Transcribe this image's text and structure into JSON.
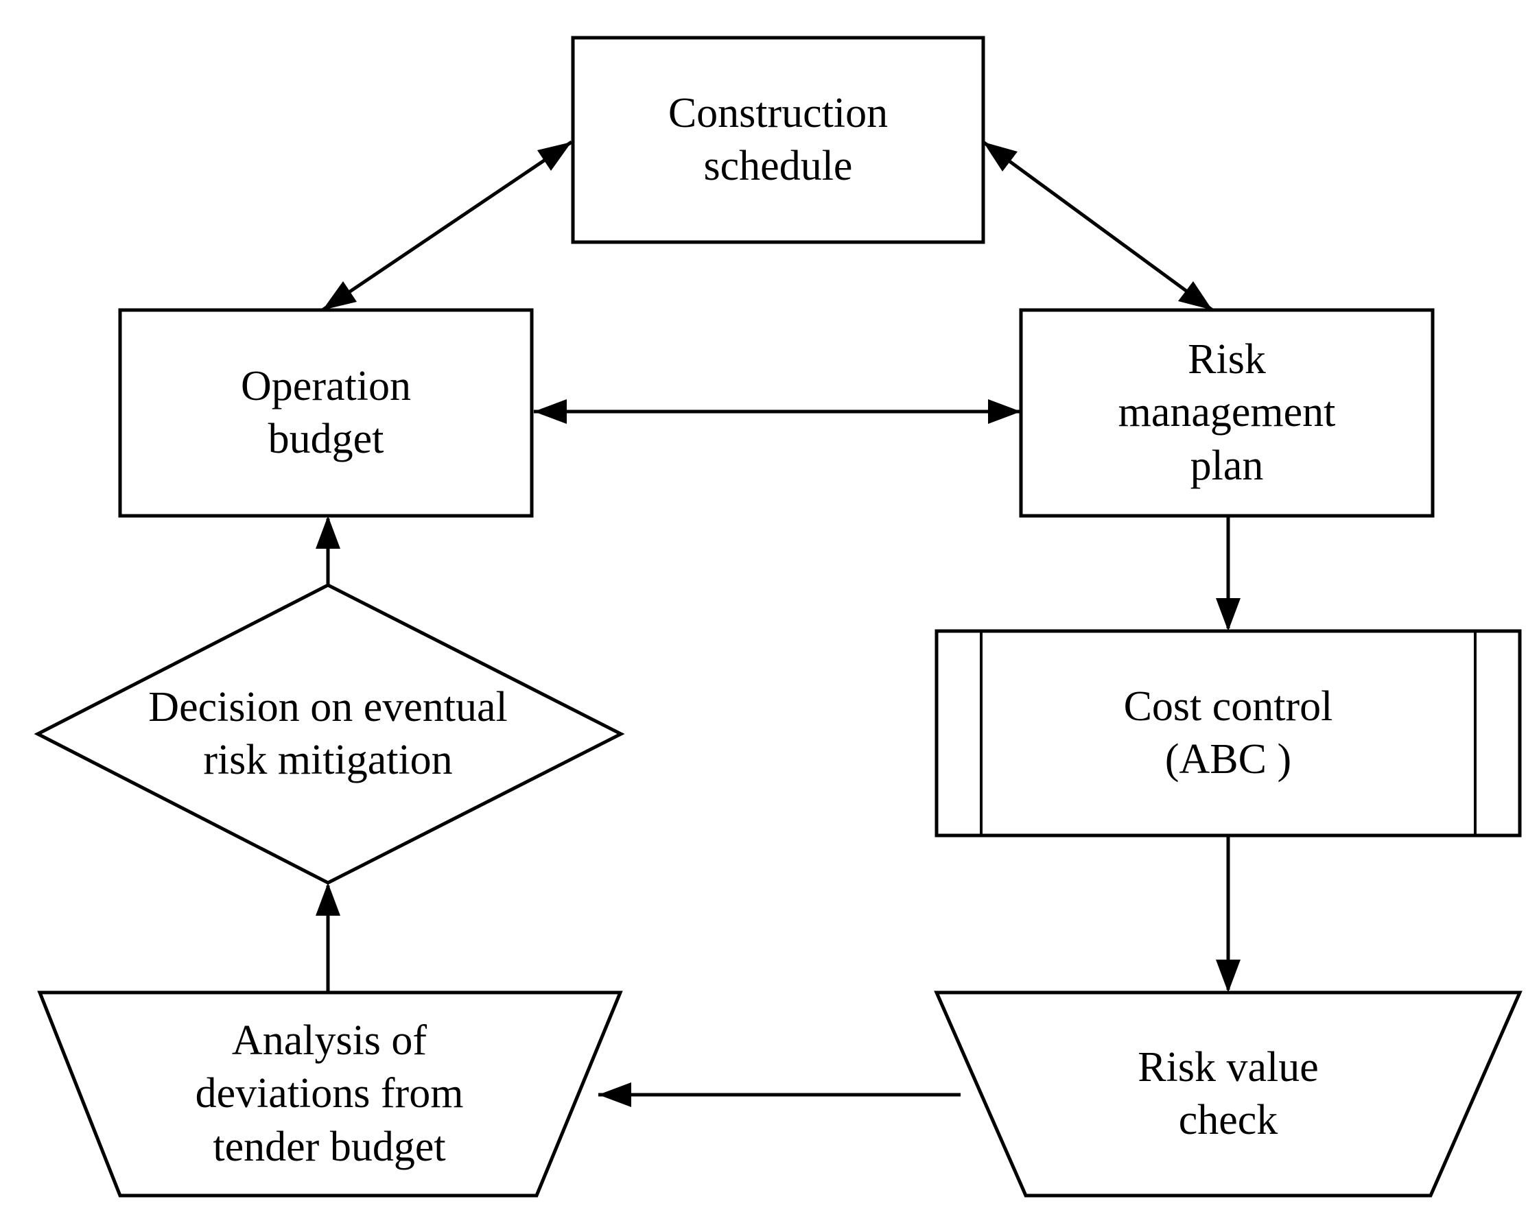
{
  "colors": {
    "ink": "#000000",
    "background": "#ffffff"
  },
  "nodes": {
    "construction_schedule": {
      "label": "Construction\nschedule",
      "shape": "rectangle"
    },
    "operation_budget": {
      "label": "Operation\nbudget",
      "shape": "rectangle"
    },
    "risk_management_plan": {
      "label": "Risk\nmanagement\nplan",
      "shape": "rectangle"
    },
    "cost_control": {
      "label": "Cost control\n(ABC )",
      "shape": "predefined-process"
    },
    "risk_value_check": {
      "label": "Risk value\ncheck",
      "shape": "inverted-trapezoid"
    },
    "analysis_deviations": {
      "label": "Analysis of\ndeviations from\ntender budget",
      "shape": "inverted-trapezoid"
    },
    "decision_risk_mitigation": {
      "label": "Decision on eventual\nrisk mitigation",
      "shape": "diamond"
    }
  },
  "edges": [
    {
      "from": "operation_budget",
      "to": "construction_schedule",
      "type": "bidirectional"
    },
    {
      "from": "construction_schedule",
      "to": "risk_management_plan",
      "type": "bidirectional"
    },
    {
      "from": "operation_budget",
      "to": "risk_management_plan",
      "type": "bidirectional"
    },
    {
      "from": "risk_management_plan",
      "to": "cost_control",
      "type": "arrow"
    },
    {
      "from": "cost_control",
      "to": "risk_value_check",
      "type": "arrow"
    },
    {
      "from": "risk_value_check",
      "to": "analysis_deviations",
      "type": "arrow"
    },
    {
      "from": "analysis_deviations",
      "to": "decision_risk_mitigation",
      "type": "arrow"
    },
    {
      "from": "decision_risk_mitigation",
      "to": "operation_budget",
      "type": "arrow"
    }
  ]
}
